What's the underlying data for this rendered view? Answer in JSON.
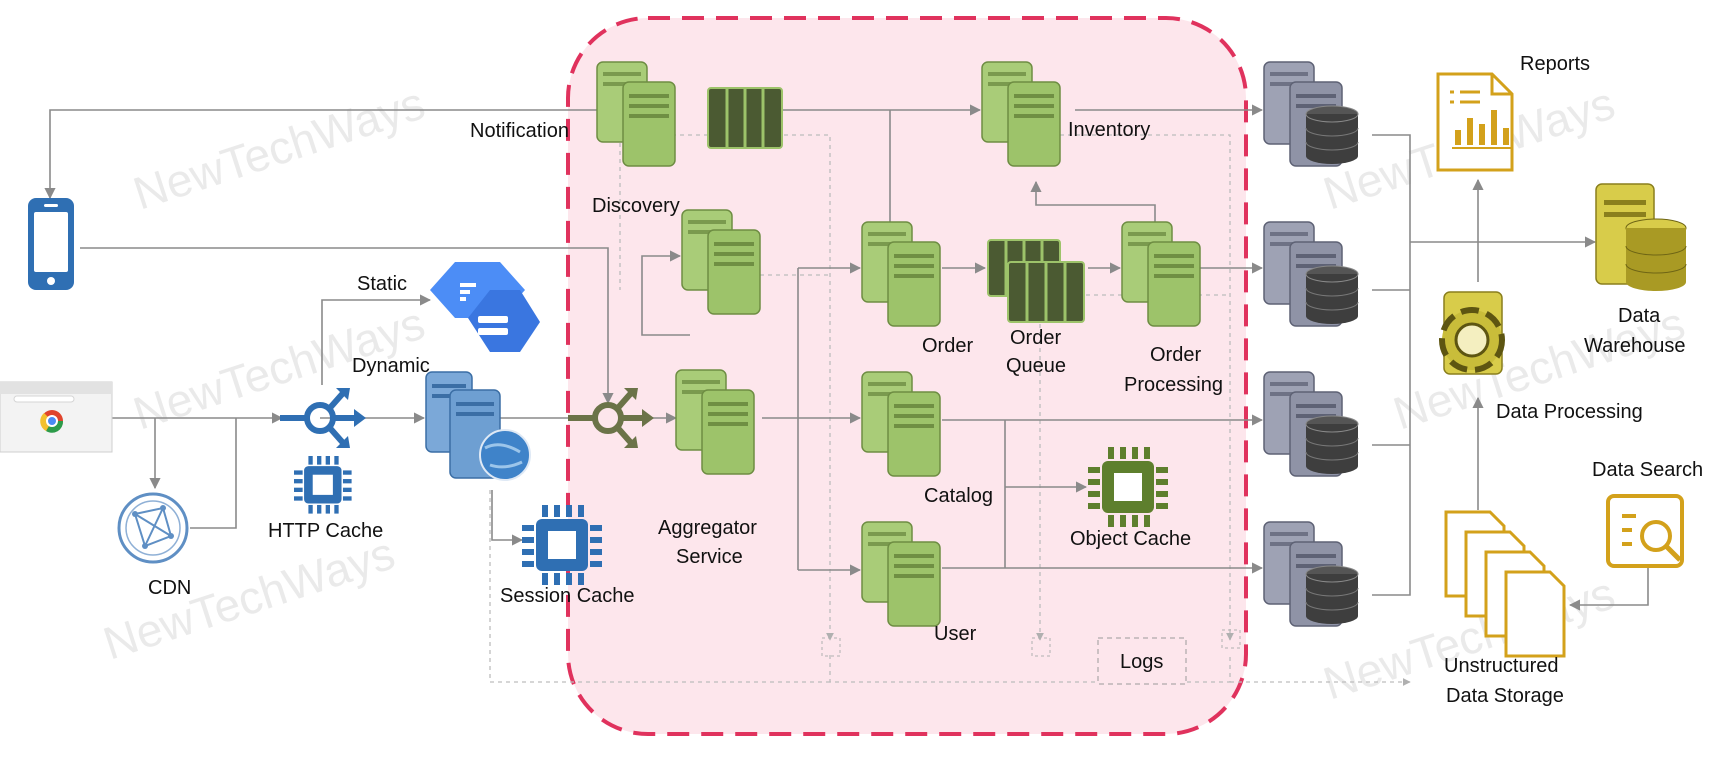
{
  "watermark": "NewTechWays",
  "labels": {
    "notification": "Notification",
    "discovery": "Discovery",
    "static": "Static",
    "dynamic": "Dynamic",
    "http_cache": "HTTP Cache",
    "cdn": "CDN",
    "session_cache": "Session Cache",
    "aggregator_1": "Aggregator",
    "aggregator_2": "Service",
    "order": "Order",
    "order_queue_1": "Order",
    "order_queue_2": "Queue",
    "order_processing_1": "Order",
    "order_processing_2": "Processing",
    "inventory": "Inventory",
    "catalog": "Catalog",
    "object_cache": "Object Cache",
    "user": "User",
    "logs": "Logs",
    "reports": "Reports",
    "data_warehouse_1": "Data",
    "data_warehouse_2": "Warehouse",
    "data_processing": "Data Processing",
    "data_search": "Data Search",
    "unstructured_1": "Unstructured",
    "unstructured_2": "Data Storage"
  },
  "colors": {
    "zone_fill": "#fde6ec",
    "zone_border": "#e0325d",
    "service_green": "#9dc36a",
    "db_gray": "#8f93a6",
    "blue": "#2f6fb3",
    "dark_green": "#5e7f2d",
    "gold": "#d3a11b"
  }
}
